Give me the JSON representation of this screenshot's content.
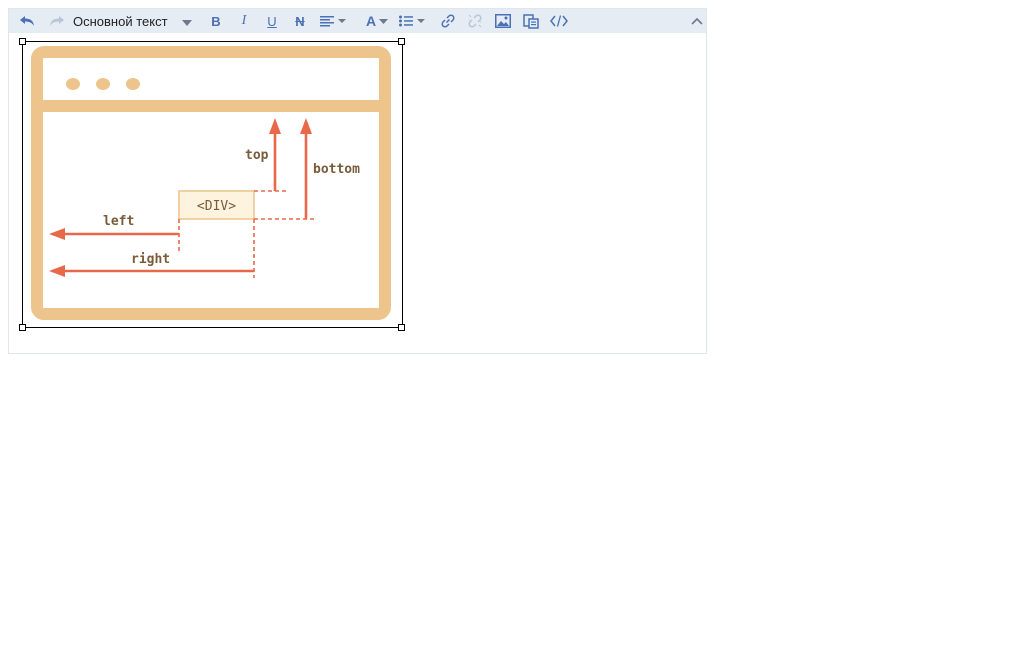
{
  "toolbar": {
    "undo_icon": "undo-icon",
    "redo_icon": "redo-icon",
    "style_select_label": "Основной текст",
    "bold_label": "B",
    "italic_label": "I",
    "underline_label": "U",
    "strike_label": "N",
    "align_icon": "align-left-icon",
    "font_color_label": "A",
    "list_icon": "list-icon",
    "link_icon": "link-icon",
    "unlink_icon": "unlink-icon",
    "image_icon": "image-icon",
    "paste_icon": "paste-icon",
    "code_icon": "code-icon",
    "collapse_icon": "chevron-up-icon"
  },
  "diagram": {
    "div_label": "<DIV>",
    "top_label": "top",
    "bottom_label": "bottom",
    "left_label": "left",
    "right_label": "right",
    "colors": {
      "frame": "#ecc48c",
      "arrow": "#e8684a",
      "div_fill": "#fdf3de",
      "text": "#7a5c3a"
    }
  },
  "colors": {
    "toolbar_bg": "#e6ecf4",
    "toolbar_icon": "#4a71b3",
    "editor_border": "#e1e6ec"
  }
}
